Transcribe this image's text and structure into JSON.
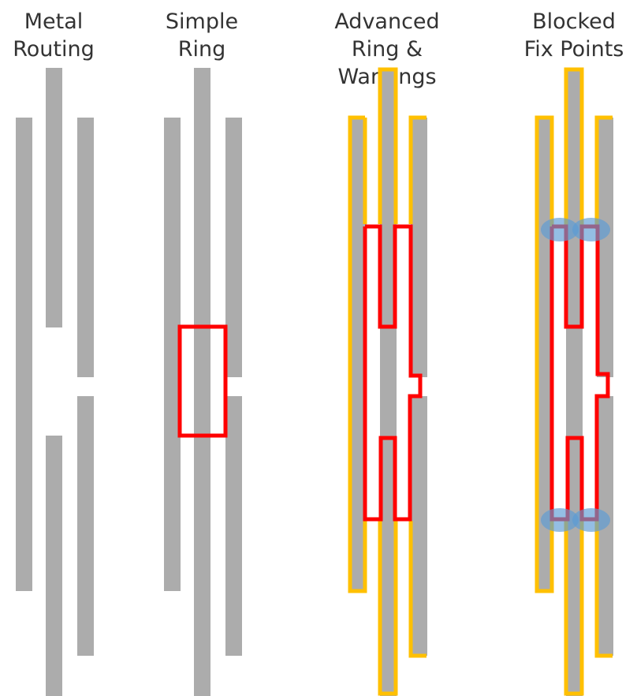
{
  "panels": [
    {
      "id": "metal-routing",
      "title": "Metal\nRouting"
    },
    {
      "id": "simple-ring",
      "title": "Simple\nRing"
    },
    {
      "id": "advanced-ring",
      "title": "Advanced\nRing & Warnings"
    },
    {
      "id": "blocked-fix-points",
      "title": "Blocked\nFix Points"
    }
  ],
  "colors": {
    "metal": "#acacac",
    "ring": "#ff0000",
    "warning": "#ffc000",
    "fix_point": "#5b9bd5",
    "title": "#333333"
  }
}
